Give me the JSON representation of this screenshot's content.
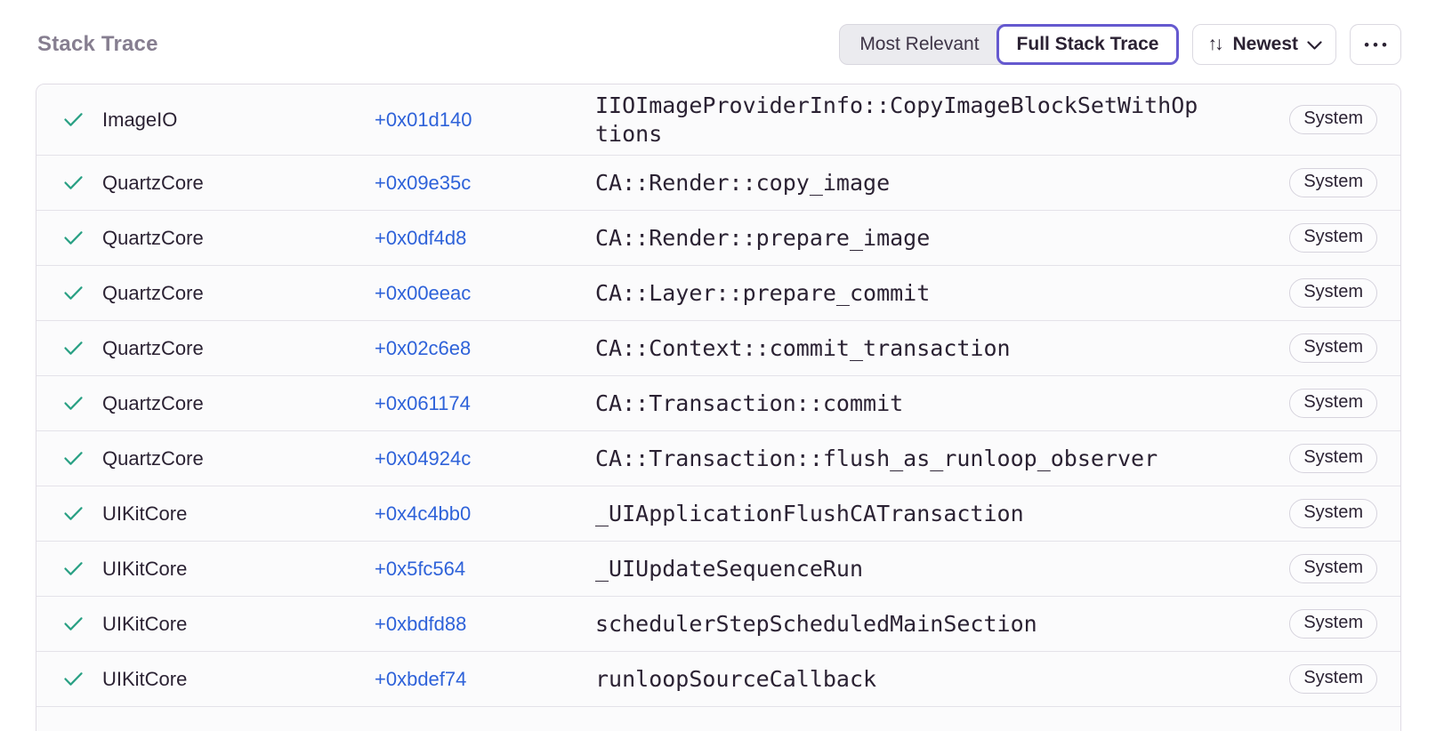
{
  "header": {
    "title": "Stack Trace",
    "most_relevant_label": "Most Relevant",
    "full_stack_trace_label": "Full Stack Trace",
    "sort_arrows": "↑↓",
    "sort_label": "Newest",
    "more_label": "•••"
  },
  "colors": {
    "accent_purple": "#6559CF",
    "link_blue": "#2E62D9",
    "check_green": "#2BA185",
    "title_text": "#867E90",
    "text_dark": "#2B2233",
    "table_border": "#E0DCE5",
    "row_separator": "#E4E2E9",
    "row_bg": "#FBFBFC",
    "badge_border": "#D6D3DD",
    "button_border": "#DBD9E1",
    "segment_bg": "#EBEBEF",
    "segment_border": "#D9D7DF"
  },
  "table": {
    "rows": [
      {
        "module": "ImageIO",
        "address": "+0x01d140",
        "function": "IIOImageProviderInfo::CopyImageBlockSetWithOptions",
        "badge": "System"
      },
      {
        "module": "QuartzCore",
        "address": "+0x09e35c",
        "function": "CA::Render::copy_image",
        "badge": "System"
      },
      {
        "module": "QuartzCore",
        "address": "+0x0df4d8",
        "function": "CA::Render::prepare_image",
        "badge": "System"
      },
      {
        "module": "QuartzCore",
        "address": "+0x00eeac",
        "function": "CA::Layer::prepare_commit",
        "badge": "System"
      },
      {
        "module": "QuartzCore",
        "address": "+0x02c6e8",
        "function": "CA::Context::commit_transaction",
        "badge": "System"
      },
      {
        "module": "QuartzCore",
        "address": "+0x061174",
        "function": "CA::Transaction::commit",
        "badge": "System"
      },
      {
        "module": "QuartzCore",
        "address": "+0x04924c",
        "function": "CA::Transaction::flush_as_runloop_observer",
        "badge": "System"
      },
      {
        "module": "UIKitCore",
        "address": "+0x4c4bb0",
        "function": "_UIApplicationFlushCATransaction",
        "badge": "System"
      },
      {
        "module": "UIKitCore",
        "address": "+0x5fc564",
        "function": "_UIUpdateSequenceRun",
        "badge": "System"
      },
      {
        "module": "UIKitCore",
        "address": "+0xbdfd88",
        "function": "schedulerStepScheduledMainSection",
        "badge": "System"
      },
      {
        "module": "UIKitCore",
        "address": "+0xbdef74",
        "function": "runloopSourceCallback",
        "badge": "System"
      }
    ]
  }
}
